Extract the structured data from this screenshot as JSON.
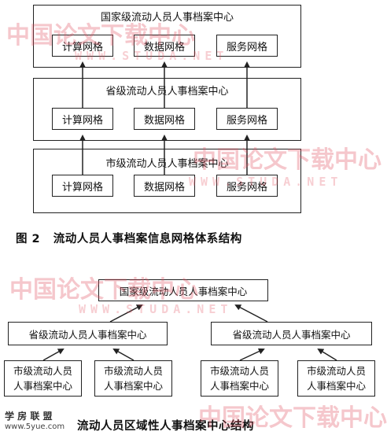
{
  "figure2": {
    "national": {
      "title": "国家级流动人员人事档案中心",
      "grids": [
        "计算网格",
        "数据网格",
        "服务网格"
      ]
    },
    "provincial": {
      "title": "省级流动人员人事档案中心",
      "grids": [
        "计算网格",
        "数据网格",
        "服务网格"
      ]
    },
    "municipal": {
      "title": "市级流动人员人事档案中心",
      "grids": [
        "计算网格",
        "数据网格",
        "服务网格"
      ]
    },
    "caption": "图 2   流动人员人事档案信息网格体系结构"
  },
  "figure3": {
    "national": "国家级流动人员人事档案中心",
    "provincial": [
      "省级流动人员人事档案中心",
      "省级流动人员人事档案中心"
    ],
    "city_line1": "市级流动人员",
    "city_line2": "人事档案中心",
    "caption": "流动人员区域性人事档案中心结构"
  },
  "watermarks": {
    "brand": "中国论文下载中心",
    "url": "WWW.STUDA.NET",
    "logo": "学 房 联 盟",
    "logo_url": "www.5yue.com"
  },
  "colors": {
    "line": "#222222",
    "watermark": "#e1505f"
  }
}
